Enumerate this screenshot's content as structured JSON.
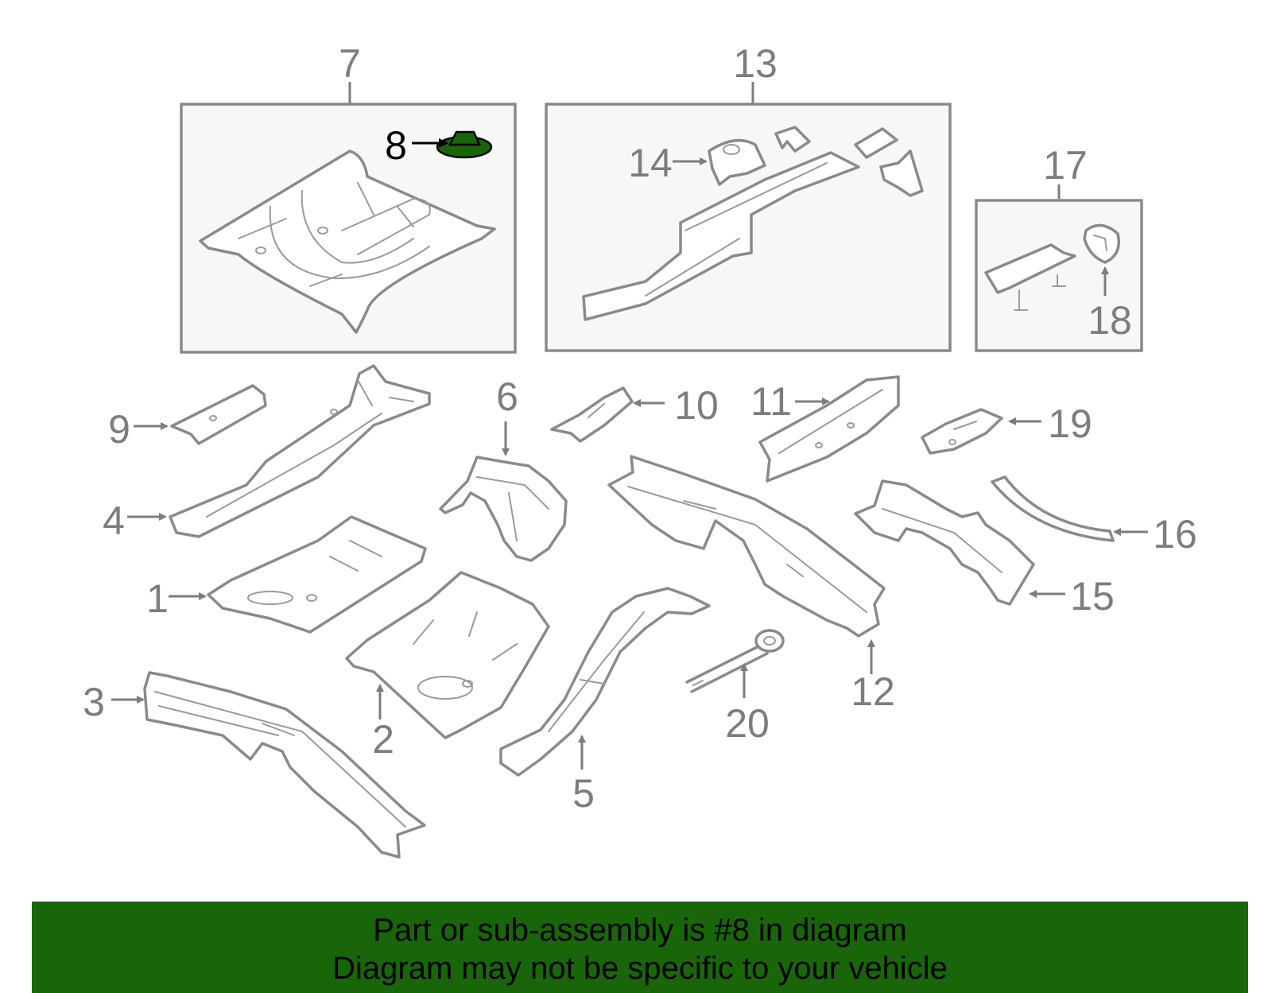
{
  "callouts": {
    "c1": "1",
    "c2": "2",
    "c3": "3",
    "c4": "4",
    "c5": "5",
    "c6": "6",
    "c7": "7",
    "c8": "8",
    "c9": "9",
    "c10": "10",
    "c11": "11",
    "c12": "12",
    "c13": "13",
    "c14": "14",
    "c15": "15",
    "c16": "16",
    "c17": "17",
    "c18": "18",
    "c19": "19",
    "c20": "20"
  },
  "highlight": {
    "part": "8",
    "color": "#186609"
  },
  "banner": {
    "line1": "Part or sub-assembly is #8 in diagram",
    "line2": "Diagram may not be specific to your vehicle",
    "background": "#186609"
  }
}
